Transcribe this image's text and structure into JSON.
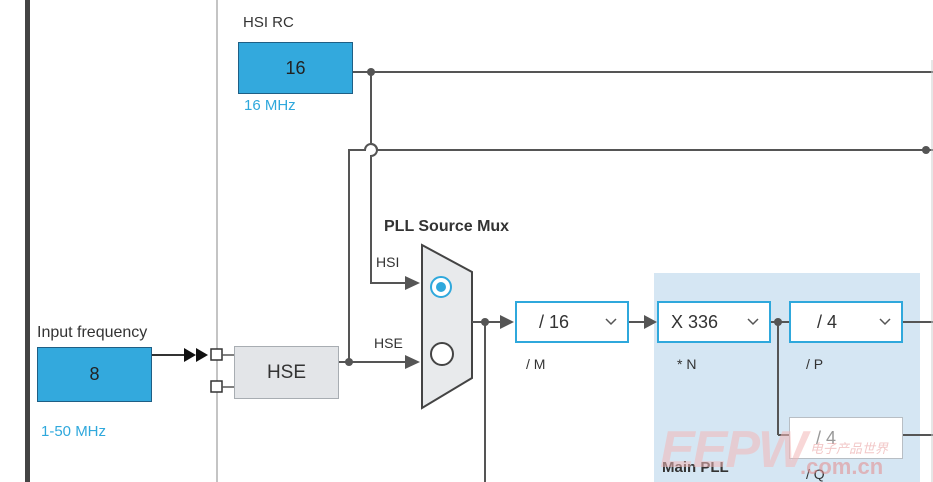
{
  "hsi": {
    "title": "HSI RC",
    "value": "16",
    "freq": "16 MHz"
  },
  "input": {
    "label": "Input frequency",
    "value": "8",
    "range": "1-50 MHz"
  },
  "hse": {
    "label": "HSE"
  },
  "mux": {
    "title": "PLL Source Mux",
    "hsi_label": "HSI",
    "hse_label": "HSE",
    "selected": "HSI"
  },
  "pll": {
    "title": "Main PLL",
    "m": {
      "value": "/ 16",
      "label": "/ M"
    },
    "n": {
      "value": "X 336",
      "label": "* N"
    },
    "p": {
      "value": "/ 4",
      "label": "/ P"
    },
    "q": {
      "value": "/ 4",
      "label": "/ Q"
    }
  },
  "watermark": {
    "brand": "EEPW",
    "domain": ".com.cn",
    "cn": "电子产品世界"
  },
  "colors": {
    "accent": "#2fa8dc",
    "pll_bg": "#d5e6f3",
    "line": "#555555"
  }
}
